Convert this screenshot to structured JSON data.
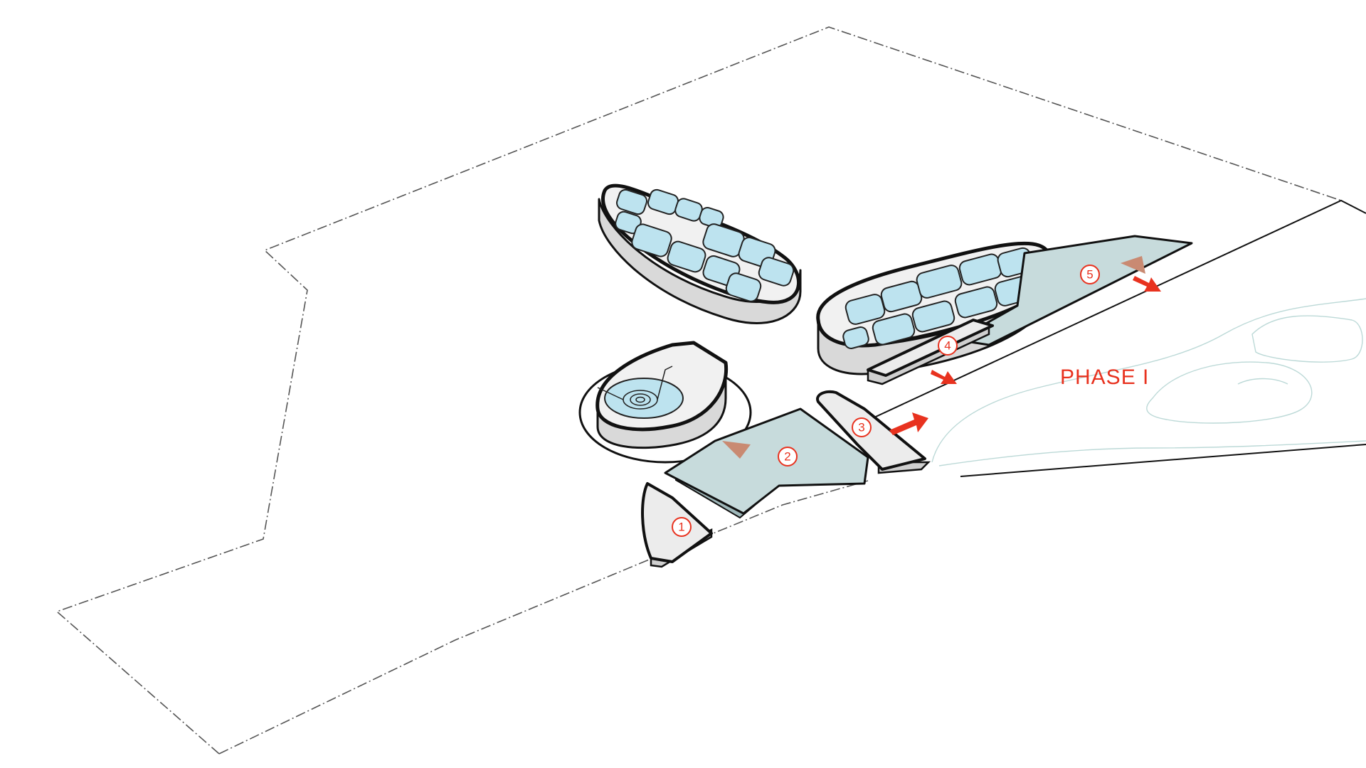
{
  "diagram": {
    "phase_label": "PHASE I",
    "markers": [
      {
        "id": "1",
        "label": "1"
      },
      {
        "id": "2",
        "label": "2"
      },
      {
        "id": "3",
        "label": "3"
      },
      {
        "id": "4",
        "label": "4"
      },
      {
        "id": "5",
        "label": "5"
      }
    ],
    "colors": {
      "accent": "#e8321f",
      "pool": "#bde3ef",
      "plaza": "#c7dbdc",
      "building": "#f1f1f1",
      "river_outline": "#bcd9d7"
    }
  }
}
